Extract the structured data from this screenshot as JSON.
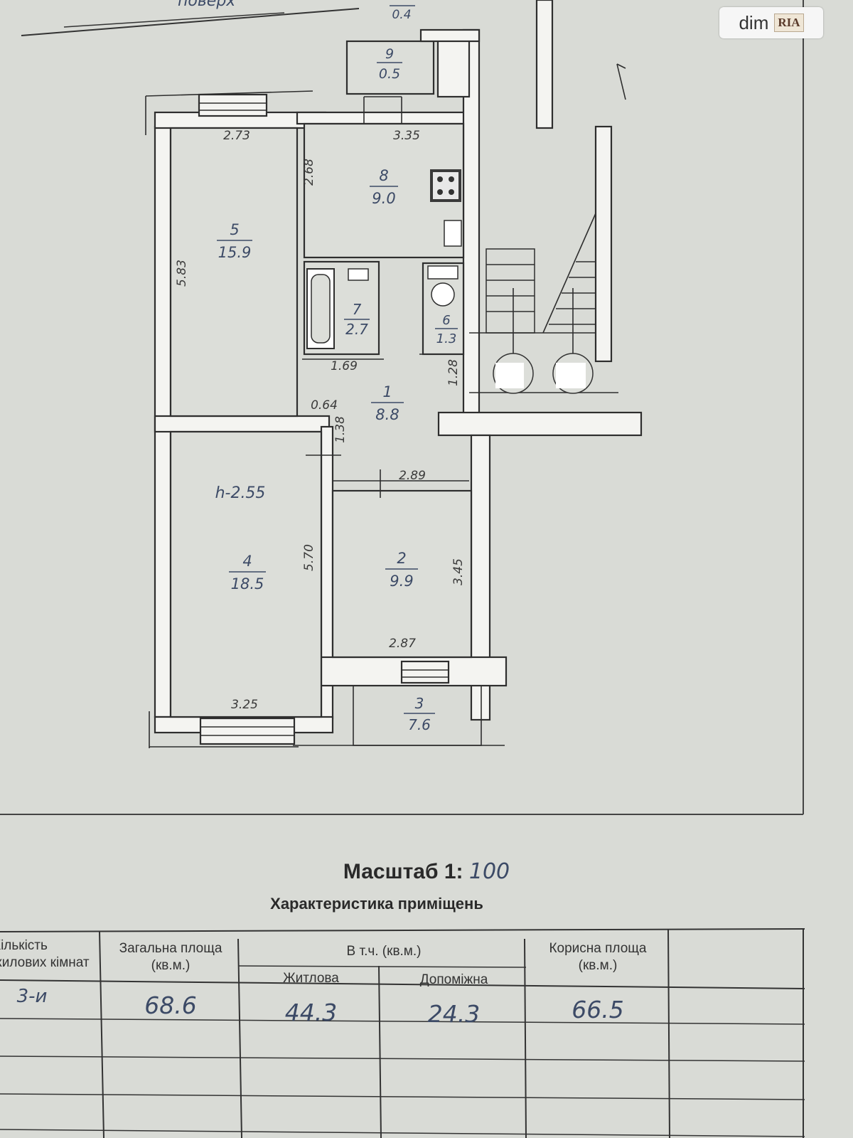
{
  "floor_label": "поверх",
  "watermark": {
    "brand": "dim",
    "brand2": "RIA"
  },
  "rooms": [
    {
      "num": "1",
      "area": "8.8"
    },
    {
      "num": "2",
      "area": "9.9"
    },
    {
      "num": "3",
      "area": "7.6"
    },
    {
      "num": "4",
      "area": "18.5"
    },
    {
      "num": "5",
      "area": "15.9"
    },
    {
      "num": "6",
      "area": "1.3"
    },
    {
      "num": "7",
      "area": "2.7"
    },
    {
      "num": "8",
      "area": "9.0"
    },
    {
      "num": "9",
      "area": "0.5"
    },
    {
      "num": "",
      "area": "0.4"
    }
  ],
  "dimensions": {
    "d273": "2.73",
    "d335": "3.35",
    "d268": "2.68",
    "d583": "5.83",
    "d169": "1.69",
    "d064": "0.64",
    "d128": "1.28",
    "d138": "1.38",
    "d289": "2.89",
    "d570": "5.70",
    "d345": "3.45",
    "d287": "2.87",
    "d325": "3.25"
  },
  "height_note": "h-2.55",
  "scale": {
    "label": "Масштаб 1:",
    "value": "100"
  },
  "table": {
    "title": "Характеристика приміщень",
    "headers": {
      "rooms_count": "Кількість\nжилових кімнат",
      "total_area": "Загальна площа\n(кв.м.)",
      "incl": "В т.ч. (кв.м.)",
      "living": "Житлова",
      "auxiliary": "Допоміжна",
      "useful_area": "Корисна площа\n(кв.м.)"
    },
    "values": {
      "rooms_count": "3-и",
      "total_area": "68.6",
      "living": "44.3",
      "auxiliary": "24.3",
      "useful_area": "66.5"
    }
  }
}
